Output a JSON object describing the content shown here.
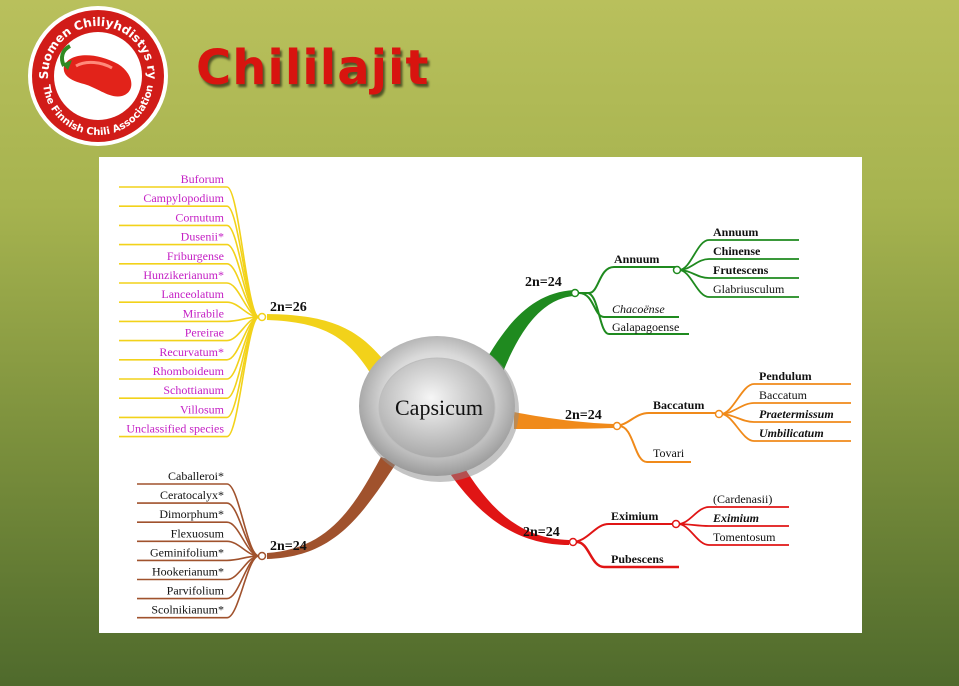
{
  "header": {
    "title": "Chililajit",
    "logo_text_top": "Suomen Chiliyhdistys ry",
    "logo_text_bottom": "The Finnish Chili Association"
  },
  "diagram": {
    "center": "Capsicum",
    "branch_26": {
      "label": "2n=26",
      "color": "#f2d21a",
      "species": [
        "Buforum",
        "Campylopodium",
        "Cornutum",
        "Dusenii*",
        "Friburgense",
        "Hunzikerianum*",
        "Lanceolatum",
        "Mirabile",
        "Pereirae",
        "Recurvatum*",
        "Rhomboideum",
        "Schottianum",
        "Villosum",
        "Unclassified species"
      ]
    },
    "branch_24_brown": {
      "label": "2n=24",
      "color": "#a0522d",
      "species": [
        "Caballeroi*",
        "Ceratocalyx*",
        "Dimorphum*",
        "Flexuosum",
        "Geminifolium*",
        "Hookerianum*",
        "Parvifolium",
        "Scolnikianum*"
      ]
    },
    "branch_24_green": {
      "label": "2n=24",
      "color": "#1f8a1f",
      "group_annuum": {
        "label": "Annuum",
        "species": [
          "Annuum",
          "Chinense",
          "Frutescens",
          "Glabriusculum"
        ]
      },
      "chacoense": "Chacoënse",
      "galapagoense": "Galapagoense"
    },
    "branch_24_orange": {
      "label": "2n=24",
      "color": "#f08a1a",
      "group_baccatum": {
        "label": "Baccatum",
        "species": [
          "Pendulum",
          "Baccatum",
          "Praetermissum",
          "Umbilicatum"
        ]
      },
      "tovari": "Tovari"
    },
    "branch_24_red": {
      "label": "2n=24",
      "color": "#e01515",
      "group_eximium": {
        "label": "Eximium",
        "species": [
          "(Cardenasii)",
          "Eximium",
          "Tomentosum"
        ]
      },
      "pubescens": "Pubescens"
    }
  }
}
